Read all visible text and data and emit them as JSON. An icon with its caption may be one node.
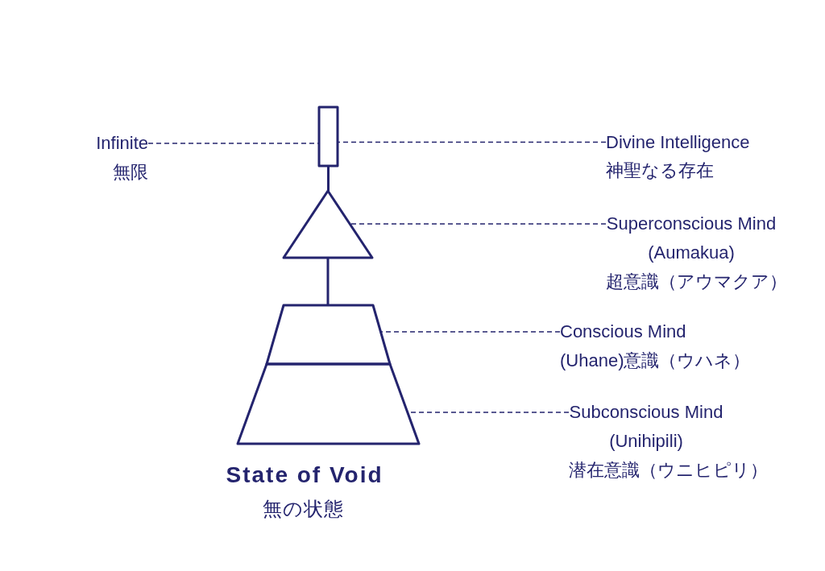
{
  "diagram": {
    "nodes": [
      {
        "text": [
          "Infinite",
          "無限"
        ]
      },
      {
        "text": [],
        "shape": "box"
      },
      {
        "text": [
          "Divine Intelligence",
          "神聖なる存在"
        ]
      },
      {
        "text": [],
        "shape": "triangle"
      },
      {
        "text": [
          "Superconscious Mind (Aumakua)",
          "超意識（アウマクア）"
        ]
      },
      {
        "text": [],
        "shape": "trapezoid"
      },
      {
        "text": [
          "Conscious Mind",
          "(Uhane)意識（ウハネ）"
        ]
      },
      {
        "text": [],
        "shape": "trapezoid"
      },
      {
        "text": [
          "Subconscious Mind (Unihipili)",
          "潜在意識（ウニヒピリ）"
        ]
      }
    ],
    "edges": [
      {
        "from": 0,
        "to": 1,
        "arrow": "none",
        "style": "dashed"
      },
      {
        "from": 2,
        "to": 1,
        "arrow": "none",
        "style": "dashed"
      },
      {
        "from": 1,
        "to": 3,
        "arrow": "none"
      },
      {
        "from": 4,
        "to": 3,
        "arrow": "none",
        "style": "dashed"
      },
      {
        "from": 3,
        "to": 5,
        "arrow": "none"
      },
      {
        "from": 6,
        "to": 5,
        "arrow": "none",
        "style": "dashed"
      },
      {
        "from": 8,
        "to": 7,
        "arrow": "none",
        "style": "dashed"
      }
    ],
    "labels": [
      "State of Void",
      "無の状態"
    ]
  }
}
